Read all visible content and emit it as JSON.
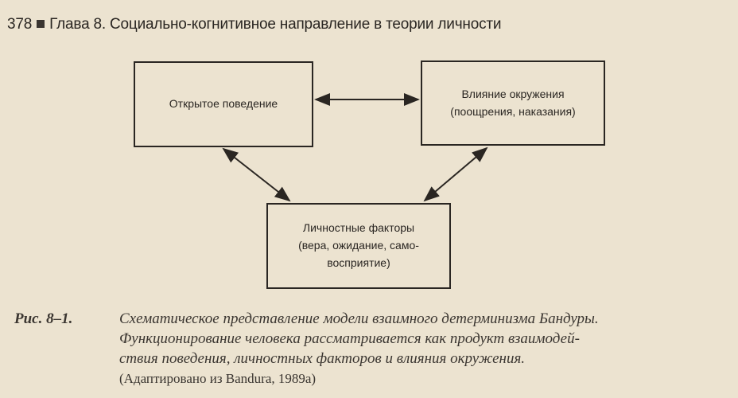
{
  "header": {
    "page_number": "378",
    "chapter": "Глава 8. Социально-когнитивное направление в теории личности"
  },
  "diagram": {
    "behavior": {
      "label": "Открытое поведение"
    },
    "environment": {
      "line1": "Влияние окружения",
      "line2": "(поощрения, наказания)"
    },
    "personal": {
      "line1": "Личностные факторы",
      "line2": "(вера, ожидание, само-",
      "line3": "восприятие)"
    }
  },
  "caption": {
    "label": "Рис. 8–1.",
    "line1": "Схематическое представление модели взаимного детерминизма Бандуры.",
    "line2": "Функционирование человека рассматривается как продукт взаимодей-",
    "line3": "ствия поведения, личностных факторов и влияния окружения.",
    "citation": "(Адаптировано из Bandura, 1989a)"
  }
}
